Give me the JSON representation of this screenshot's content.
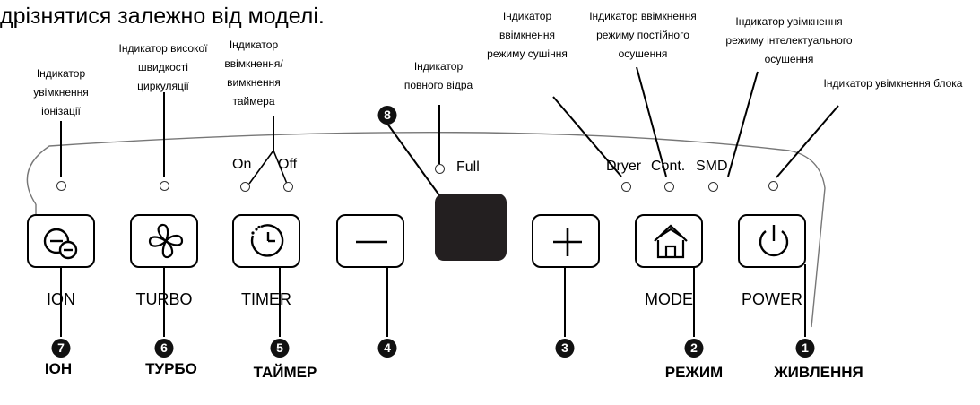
{
  "header_text": "дрізнятися залежно від моделі.",
  "notes": {
    "ion": [
      "Індикатор",
      "увімкнення",
      "іонізації"
    ],
    "turbo": [
      "Індикатор високої",
      "швидкості",
      "циркуляції"
    ],
    "timer": [
      "Індикатор",
      "ввімкнення/",
      "вимкнення",
      "таймера"
    ],
    "full": [
      "Індикатор",
      "повного відра"
    ],
    "dryer": [
      "Індикатор",
      "ввімкнення",
      "режиму сушіння"
    ],
    "cont": [
      "Індикатор ввімкнення",
      "режиму постійного",
      "осушення"
    ],
    "smd": [
      "Індикатор увімкнення",
      "режиму інтелектуального",
      "осушення"
    ],
    "power": [
      "Індикатор увімкнення блока"
    ]
  },
  "panel_labels": {
    "on": "On",
    "off": "Off",
    "full": "Full",
    "dryer": "Dryer",
    "cont": "Cont.",
    "smd": "SMD"
  },
  "buttons": {
    "ion": "ION",
    "turbo": "TURBO",
    "timer": "TIMER",
    "mode": "MODE",
    "power": "POWER"
  },
  "numbers": {
    "ion": "7",
    "turbo": "6",
    "timer": "5",
    "minus": "4",
    "plus": "3",
    "mode": "2",
    "power": "1",
    "display": "8"
  },
  "captions": {
    "ion": "ІОН",
    "turbo": "ТУРБО",
    "timer": "ТАЙМЕР",
    "mode": "РЕЖИМ",
    "power": "ЖИВЛЕННЯ"
  }
}
